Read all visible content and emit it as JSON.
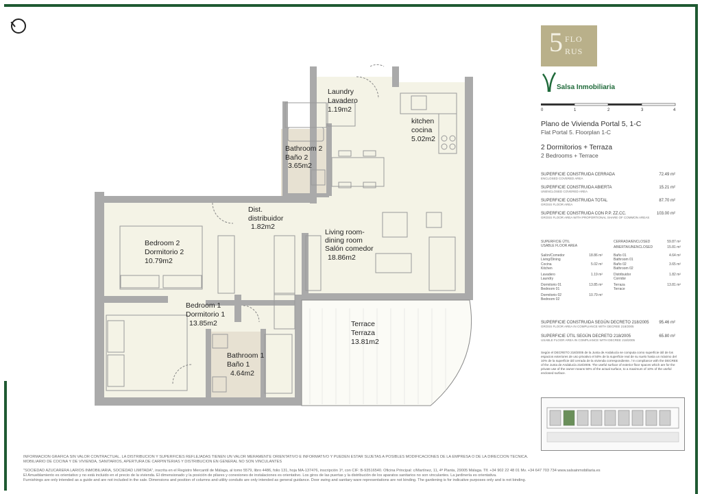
{
  "compass": "north-arrow-icon",
  "colors": {
    "frame": "#1f5a32",
    "wall": "#aaaaaa",
    "floor": "#f4f3e6",
    "bathroom": "#e7e1d2",
    "logo_bg": "#b9b08a",
    "brand": "#1f6a3a"
  },
  "rooms": [
    {
      "name": "Laundry",
      "alt": "Lavadero",
      "area": "1.19m2"
    },
    {
      "name": "kitchen",
      "alt": "cocina",
      "area": "5.02m2"
    },
    {
      "name": "Bathroom 2",
      "alt": "Baño 2",
      "area": "3.65m2"
    },
    {
      "name": "Dist.",
      "alt": "distribuidor",
      "area": "1.82m2"
    },
    {
      "name": "Bedroom 2",
      "alt": "Dormitorio 2",
      "area": "10.79m2"
    },
    {
      "name": "Living room-",
      "alt": "dining room",
      "alt2": "Salón comedor",
      "area": "18.86m2"
    },
    {
      "name": "Bedroom 1",
      "alt": "Dormitorio 1",
      "area": "13.85m2"
    },
    {
      "name": "Bathroom 1",
      "alt": "Baño 1",
      "area": "4.64m2"
    },
    {
      "name": "Terrace",
      "alt": "Terraza",
      "area": "13.81m2"
    }
  ],
  "logo": {
    "numeral": "5",
    "line1": "FLO",
    "line2": "RUS"
  },
  "brand": {
    "name": "Salsa Inmobiliaria"
  },
  "scale": {
    "ticks": [
      "0",
      "1",
      "2",
      "3",
      "4"
    ]
  },
  "title": {
    "es": "Plano de Vivienda Portal 5, 1-C",
    "en": "Flat Portal 5. Floorplan 1-C",
    "rooms_es": "2 Dormitorios + Terraza",
    "rooms_en": "2 Bedrooms + Terrace"
  },
  "areas": [
    {
      "label": "SUPERFICIE CONSTRUIDA CERRADA",
      "sub": "ENCLOSED COVERED AREA",
      "value": "72.49 m²"
    },
    {
      "label": "SUPERFICIE CONSTRUIDA ABIERTA",
      "sub": "UNENCLOSED COVERED AREA",
      "value": "15.21 m²"
    },
    {
      "label": "SUPERFICIE CONSTRUIDA TOTAL",
      "sub": "GROSS FLOOR AREA",
      "value": "87.70 m²"
    },
    {
      "label": "SUPERFICIE CONSTRUIDA CON P.P. ZZ.CC.",
      "sub": "GROSS FLOOR AREA WITH PROPORTIONAL SHARE OF COMMON AREAS",
      "value": "103.00 m²"
    }
  ],
  "usable": {
    "header": "SUPERFICIE ÚTIL",
    "header_sub": "USABLE FLOOR AREA",
    "enclosed": "CERRADA/ENCLOSED",
    "enclosed_value": "59.87 m²",
    "open": "ABIERTA/UNENCLOSED",
    "open_value": "15.81 m²",
    "left": [
      {
        "label": "Salón/Comedor",
        "sub": "Living/Dining",
        "value": "18.86 m²"
      },
      {
        "label": "Cocina",
        "sub": "Kitchen",
        "value": "5.02 m²"
      },
      {
        "label": "Lavadero",
        "sub": "Laundry",
        "value": "1.19 m²"
      },
      {
        "label": "Dormitorio 01",
        "sub": "Bedroom 01",
        "value": "13.85 m²"
      },
      {
        "label": "Dormitorio 02",
        "sub": "Bedroom 02",
        "value": "10.79 m²"
      }
    ],
    "right": [
      {
        "label": "Baño 01",
        "sub": "Bathroom 01",
        "value": "4.64 m²"
      },
      {
        "label": "Baño 02",
        "sub": "Bathroom 02",
        "value": "3.65 m²"
      },
      {
        "label": "Distribuidor",
        "sub": "Corridor",
        "value": "1.82 m²"
      },
      {
        "label": "Terraza",
        "sub": "Terrace",
        "value": "13.81 m²"
      }
    ]
  },
  "decreto": [
    {
      "label": "SUPERFICIE CONSTRUIDA SEGÚN DECRETO 218/2005",
      "sub": "GROSS FLOOR AREA IN COMPLIANCE WITH DECREE 218/2005",
      "value": "95.46 m²"
    },
    {
      "label": "SUPERFICIE ÚTIL SEGÚN DECRETO 218/2005",
      "sub": "USABLE FLOOR AREA IN COMPLIANCE WITH DECREE 218/2005",
      "value": "65.80 m²"
    }
  ],
  "note": "Según el DECRETO 218/2005 de la Junta de Andalucía se computa como superficie útil de los espacios exteriores de uso privativo el 50% de la superficie real de su suelo hasta un máximo del 10% de la superficie útil cerrada de la vivienda correspondiente. / In compliance with the DECREE of the Junta de Andalucía 218/2005. The useful surface of exterior floor spaces which are for the private use of the owner means 50% of the actual surface, to a maximum of 10% of the useful enclosed surface.",
  "keyplan": "key-plan-thumbnail",
  "footer": [
    "INFORMACIÓN GRÁFICA SIN VALOR CONTRACTUAL. LA DISTRIBUCIÓN Y SUPERFICIES REFLEJADAS TIENEN UN VALOR MERAMENTE ORIENTATIVO E INFORMATIVO Y PUEDEN ESTAR SUJETAS A POSIBLES MODIFICACIONES DE LA EMPRESA O DE LA DIRECCIÓN TÉCNICA.",
    "MOBILIARIO DE COCINA Y DE VIVIENDA, SANITARIOS, APERTURA DE CARPINTERÍAS Y DISTRIBUCIÓN EN GENERAL NO SON VINCULANTES",
    "\"SOCIEDAD AZUCARERA LARIOS INMOBILIARIA, SOCIEDAD LIMITADA\", inscrita en el Registro Mercantil de Málaga, al tomo 5579, libro 4486, folio 131, hoja MA-137476, inscripción 1ª, con CIF: B-93516540. Oficina Principal: c/Martínez, 11, 4ª Planta, 29005 Málaga. Tlf. +34 902 22 48 01 Mv. +34 647 703 734 www.salsainmobiliaria.es",
    "El Amueblamiento es orientativo y no está incluido en el precio de la vivienda. El dimensionado y la posición de pilares y conexiones de instalaciones es orientativo. Los giros de las puertas y la distribución de los aparatos sanitarios no son vinculantes. La jardinería es orientativa.",
    "Furnishings are only intended as a guide and are not included in the sale. Dimensions and position of columns and utility conduits are only intended as general guidance. Door swing and sanitary ware representations are not binding. The gardening is for indicative purposes only and is not binding."
  ]
}
